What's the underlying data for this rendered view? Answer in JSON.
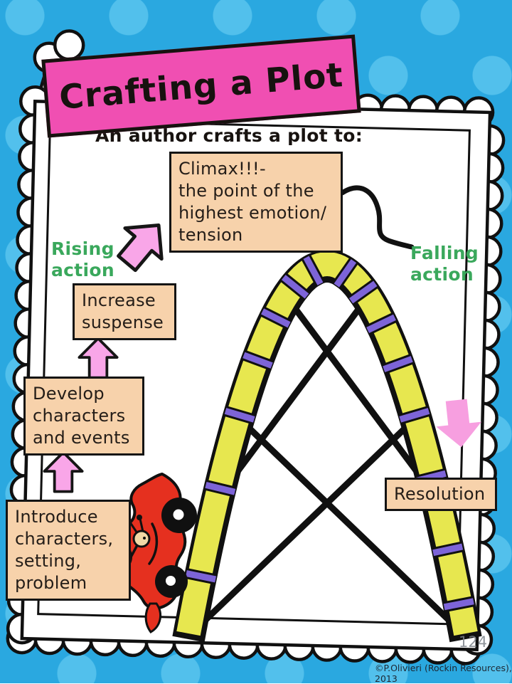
{
  "poster": {
    "banner_title": "Crafting a Plot",
    "heading": "An author crafts a plot to:",
    "page_number": "124",
    "copyright": "©P.Olivieri (Rockin Resources), 2013"
  },
  "plot_stages": {
    "rising_action": "Rising\naction",
    "falling_action": "Falling\naction",
    "climax": "Climax!!!-\nthe point of the\nhighest emotion/\ntension",
    "increase_suspense": "Increase\nsuspense",
    "develop": "Develop\ncharacters\nand events",
    "introduce": "Introduce\ncharacters,\nsetting,\nproblem",
    "resolution": "Resolution"
  },
  "colors": {
    "background_blue": "#2aa8e0",
    "polka_dot_blue": "#52c0ec",
    "banner_pink": "#f04fb2",
    "box_peach": "#f7d2ab",
    "stage_label_green": "#3aa85c",
    "arrow_pink": "#f9a6e8",
    "track_yellow": "#e7e74f",
    "tie_purple": "#7d64d8",
    "car_red": "#e5301f"
  }
}
